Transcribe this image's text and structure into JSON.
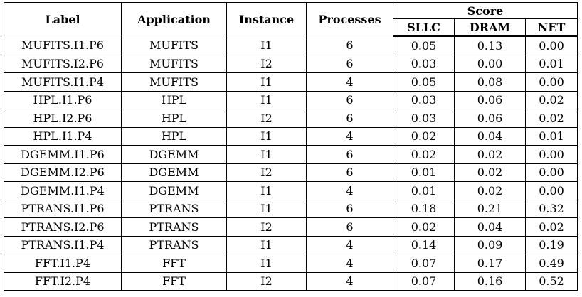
{
  "headers": {
    "label": "Label",
    "application": "Application",
    "instance": "Instance",
    "processes": "Processes",
    "score": "Score",
    "sllc": "SLLC",
    "dram": "DRAM",
    "net": "NET"
  },
  "rows": [
    {
      "label": "MUFITS.I1.P6",
      "application": "MUFITS",
      "instance": "I1",
      "processes": "6",
      "sllc": "0.05",
      "dram": "0.13",
      "net": "0.00"
    },
    {
      "label": "MUFITS.I2.P6",
      "application": "MUFITS",
      "instance": "I2",
      "processes": "6",
      "sllc": "0.03",
      "dram": "0.00",
      "net": "0.01"
    },
    {
      "label": "MUFITS.I1.P4",
      "application": "MUFITS",
      "instance": "I1",
      "processes": "4",
      "sllc": "0.05",
      "dram": "0.08",
      "net": "0.00"
    },
    {
      "label": "HPL.I1.P6",
      "application": "HPL",
      "instance": "I1",
      "processes": "6",
      "sllc": "0.03",
      "dram": "0.06",
      "net": "0.02"
    },
    {
      "label": "HPL.I2.P6",
      "application": "HPL",
      "instance": "I2",
      "processes": "6",
      "sllc": "0.03",
      "dram": "0.06",
      "net": "0.02"
    },
    {
      "label": "HPL.I1.P4",
      "application": "HPL",
      "instance": "I1",
      "processes": "4",
      "sllc": "0.02",
      "dram": "0.04",
      "net": "0.01"
    },
    {
      "label": "DGEMM.I1.P6",
      "application": "DGEMM",
      "instance": "I1",
      "processes": "6",
      "sllc": "0.02",
      "dram": "0.02",
      "net": "0.00"
    },
    {
      "label": "DGEMM.I2.P6",
      "application": "DGEMM",
      "instance": "I2",
      "processes": "6",
      "sllc": "0.01",
      "dram": "0.02",
      "net": "0.00"
    },
    {
      "label": "DGEMM.I1.P4",
      "application": "DGEMM",
      "instance": "I1",
      "processes": "4",
      "sllc": "0.01",
      "dram": "0.02",
      "net": "0.00"
    },
    {
      "label": "PTRANS.I1.P6",
      "application": "PTRANS",
      "instance": "I1",
      "processes": "6",
      "sllc": "0.18",
      "dram": "0.21",
      "net": "0.32"
    },
    {
      "label": "PTRANS.I2.P6",
      "application": "PTRANS",
      "instance": "I2",
      "processes": "6",
      "sllc": "0.02",
      "dram": "0.04",
      "net": "0.02"
    },
    {
      "label": "PTRANS.I1.P4",
      "application": "PTRANS",
      "instance": "I1",
      "processes": "4",
      "sllc": "0.14",
      "dram": "0.09",
      "net": "0.19"
    },
    {
      "label": "FFT.I1.P4",
      "application": "FFT",
      "instance": "I1",
      "processes": "4",
      "sllc": "0.07",
      "dram": "0.17",
      "net": "0.49"
    },
    {
      "label": "FFT.I2.P4",
      "application": "FFT",
      "instance": "I2",
      "processes": "4",
      "sllc": "0.07",
      "dram": "0.16",
      "net": "0.52"
    }
  ]
}
